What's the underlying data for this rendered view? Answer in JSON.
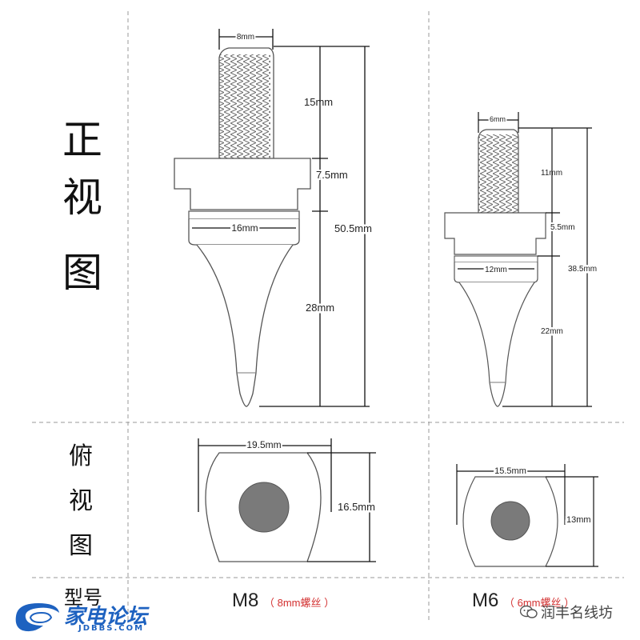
{
  "row_labels": {
    "front_view": [
      "正",
      "视",
      "图"
    ],
    "top_view": [
      "俯",
      "视",
      "图"
    ],
    "model_row": "型号"
  },
  "m8": {
    "front": {
      "thread_width": "8mm",
      "thread_length": "15mm",
      "collar_height": "7.5mm",
      "base_width": "16mm",
      "total_length": "50.5mm",
      "cone_length": "28mm"
    },
    "top": {
      "width": "19.5mm",
      "height": "16.5mm"
    },
    "model": "M8",
    "model_note": "（ 8mm螺丝 ）"
  },
  "m6": {
    "front": {
      "thread_width": "6mm",
      "thread_length": "11mm",
      "collar_height": "5.5mm",
      "base_width": "12mm",
      "total_length": "38.5mm",
      "cone_length": "22mm"
    },
    "top": {
      "width": "15.5mm",
      "height": "13mm"
    },
    "model": "M6",
    "model_note": "（ 6mm螺丝 ）"
  },
  "watermark": {
    "site_name": "家电论坛",
    "site_url": "JDBBS.COM",
    "wechat_account": "润丰名线坊"
  },
  "colors": {
    "outline": "#555555",
    "dimension_line": "#111111",
    "grid_dash": "#9a9a9a",
    "hole_fill": "#7a7a7a",
    "brand_blue": "#1e62c0",
    "note_red": "#d33030"
  },
  "icons": {
    "logo": "jdbbs-swirl-logo",
    "wechat": "wechat-icon"
  }
}
